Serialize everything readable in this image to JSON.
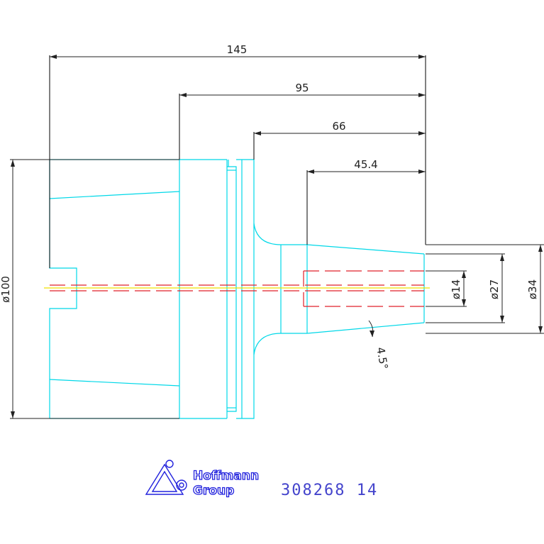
{
  "dimensions": {
    "overall_length": "145",
    "length_95": "95",
    "length_66": "66",
    "length_45": "45.4",
    "dia_100": "ø100",
    "dia_14": "ø14",
    "dia_27": "ø27",
    "dia_34": "ø34",
    "taper_angle": "4.5°"
  },
  "logo": {
    "line1": "Hoffmann",
    "line2": "Group"
  },
  "part_number": "308268 14",
  "colors": {
    "outline": "#00d8e8",
    "dimension": "#222222",
    "hidden": "#e0202a",
    "centerline": "#f0e000",
    "brand": "#2222dd"
  }
}
